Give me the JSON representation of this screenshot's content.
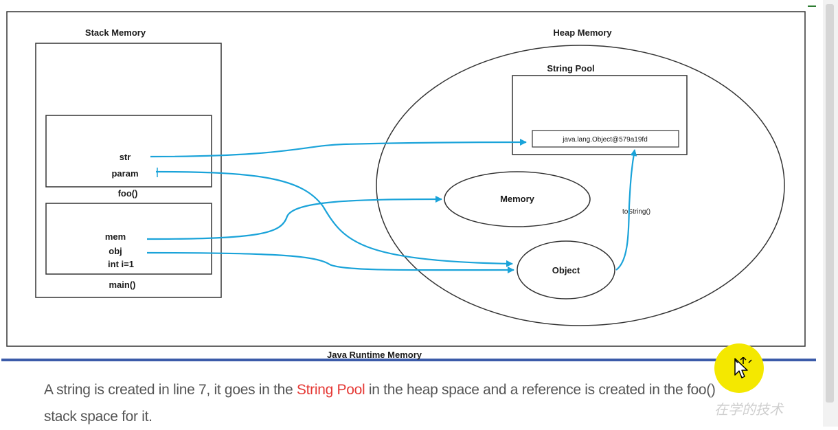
{
  "diagram": {
    "runtime_label": "Java Runtime Memory",
    "stack": {
      "title": "Stack Memory",
      "foo_frame": {
        "label": "foo()",
        "vars": [
          "str",
          "param"
        ]
      },
      "main_frame": {
        "label": "main()",
        "vars": [
          "mem",
          "obj",
          "int i=1"
        ]
      }
    },
    "heap": {
      "title": "Heap Memory",
      "string_pool": {
        "title": "String Pool",
        "entry": "java.lang.Object@579a19fd"
      },
      "memory_object": "Memory",
      "object_object": "Object",
      "tostring_label": "toString()"
    },
    "colors": {
      "arrow": "#1aa3d9",
      "frame_line": "#333333",
      "runtime_border": "#3b5ba9"
    }
  },
  "caption": {
    "before": "A string is created in line 7, it goes in the ",
    "highlight": "String Pool",
    "after": " in the heap space and a reference is created in the foo() stack space for it."
  },
  "watermark": "在学的技术",
  "icons": {
    "cursor": "move-cursor-icon"
  }
}
